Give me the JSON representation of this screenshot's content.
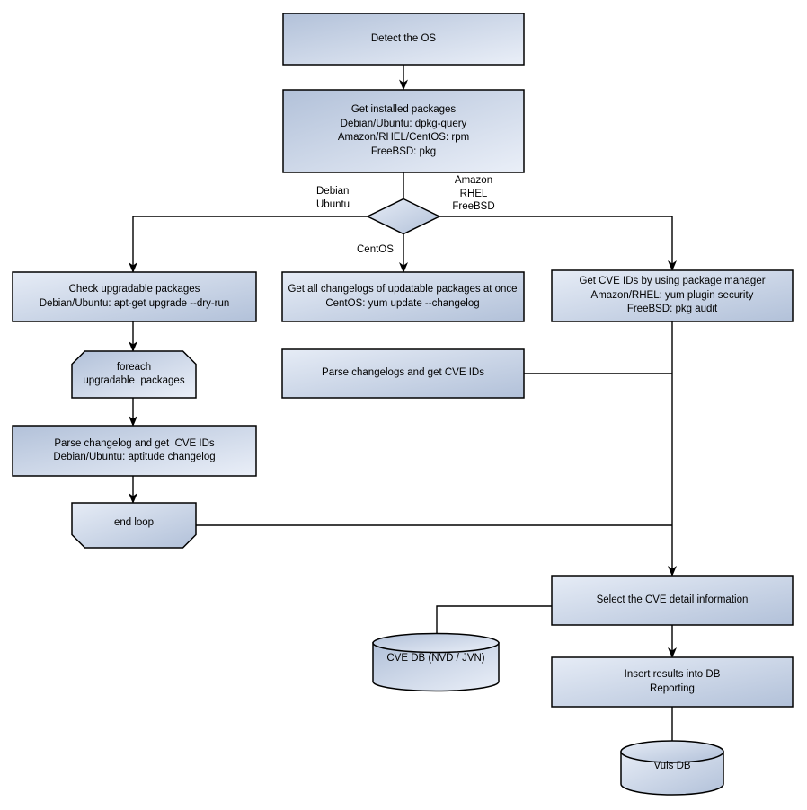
{
  "colors": {
    "background": "#ffffff",
    "stroke": "#000000",
    "text": "#000000",
    "fill_dark": "#b2c1d9",
    "fill_light": "#eaeff8",
    "fill_light2": "#e6ecf6"
  },
  "nodes": {
    "detect_os": "Detect the OS",
    "get_installed": "Get installed packages\nDebian/Ubuntu: dpkg-query\nAmazon/RHEL/CentOS: rpm\nFreeBSD: pkg",
    "check_upgradable": "Check upgradable packages\nDebian/Ubuntu: apt-get upgrade --dry-run",
    "foreach_loop": "foreach\nupgradable  packages",
    "parse_changelog": "Parse changelog and get  CVE IDs\nDebian/Ubuntu: aptitude changelog",
    "end_loop": "end loop",
    "get_changelogs": "Get all changelogs of updatable packages at once\nCentOS: yum update --changelog",
    "parse_changelogs": "Parse changelogs and get CVE IDs",
    "get_cve_ids": "Get CVE IDs by using package manager\nAmazon/RHEL: yum plugin security\nFreeBSD: pkg audit",
    "select_cve": "Select the CVE detail information",
    "insert_results": "Insert results into DB\nReporting",
    "cve_db": "CVE DB (NVD / JVN)",
    "vuls_db": "Vuls DB"
  },
  "edge_labels": {
    "debian_ubuntu": "Debian\nUbuntu",
    "amazon_rhel_freebsd": "Amazon\nRHEL\nFreeBSD",
    "centos": "CentOS"
  }
}
